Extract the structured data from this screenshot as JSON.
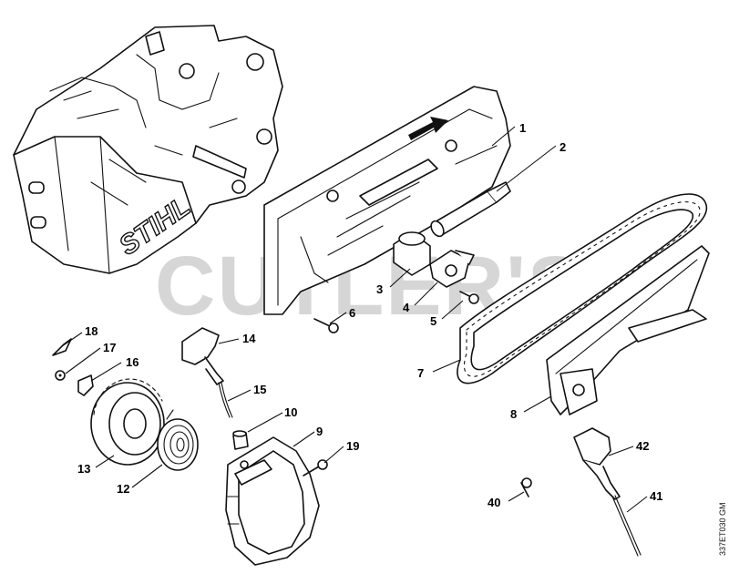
{
  "watermark": "CUTLER'S",
  "brand_mark": "STIHL",
  "drawing_code": "337ET030 GM",
  "callouts": [
    {
      "id": "1",
      "label": "1"
    },
    {
      "id": "2",
      "label": "2"
    },
    {
      "id": "3",
      "label": "3"
    },
    {
      "id": "4",
      "label": "4"
    },
    {
      "id": "5",
      "label": "5"
    },
    {
      "id": "6",
      "label": "6"
    },
    {
      "id": "7",
      "label": "7"
    },
    {
      "id": "8",
      "label": "8"
    },
    {
      "id": "9",
      "label": "9"
    },
    {
      "id": "10",
      "label": "10"
    },
    {
      "id": "12",
      "label": "12"
    },
    {
      "id": "13",
      "label": "13"
    },
    {
      "id": "14",
      "label": "14"
    },
    {
      "id": "15",
      "label": "15"
    },
    {
      "id": "16",
      "label": "16"
    },
    {
      "id": "17",
      "label": "17"
    },
    {
      "id": "18",
      "label": "18"
    },
    {
      "id": "19",
      "label": "19"
    },
    {
      "id": "40",
      "label": "40"
    },
    {
      "id": "41",
      "label": "41"
    },
    {
      "id": "42",
      "label": "42"
    }
  ]
}
